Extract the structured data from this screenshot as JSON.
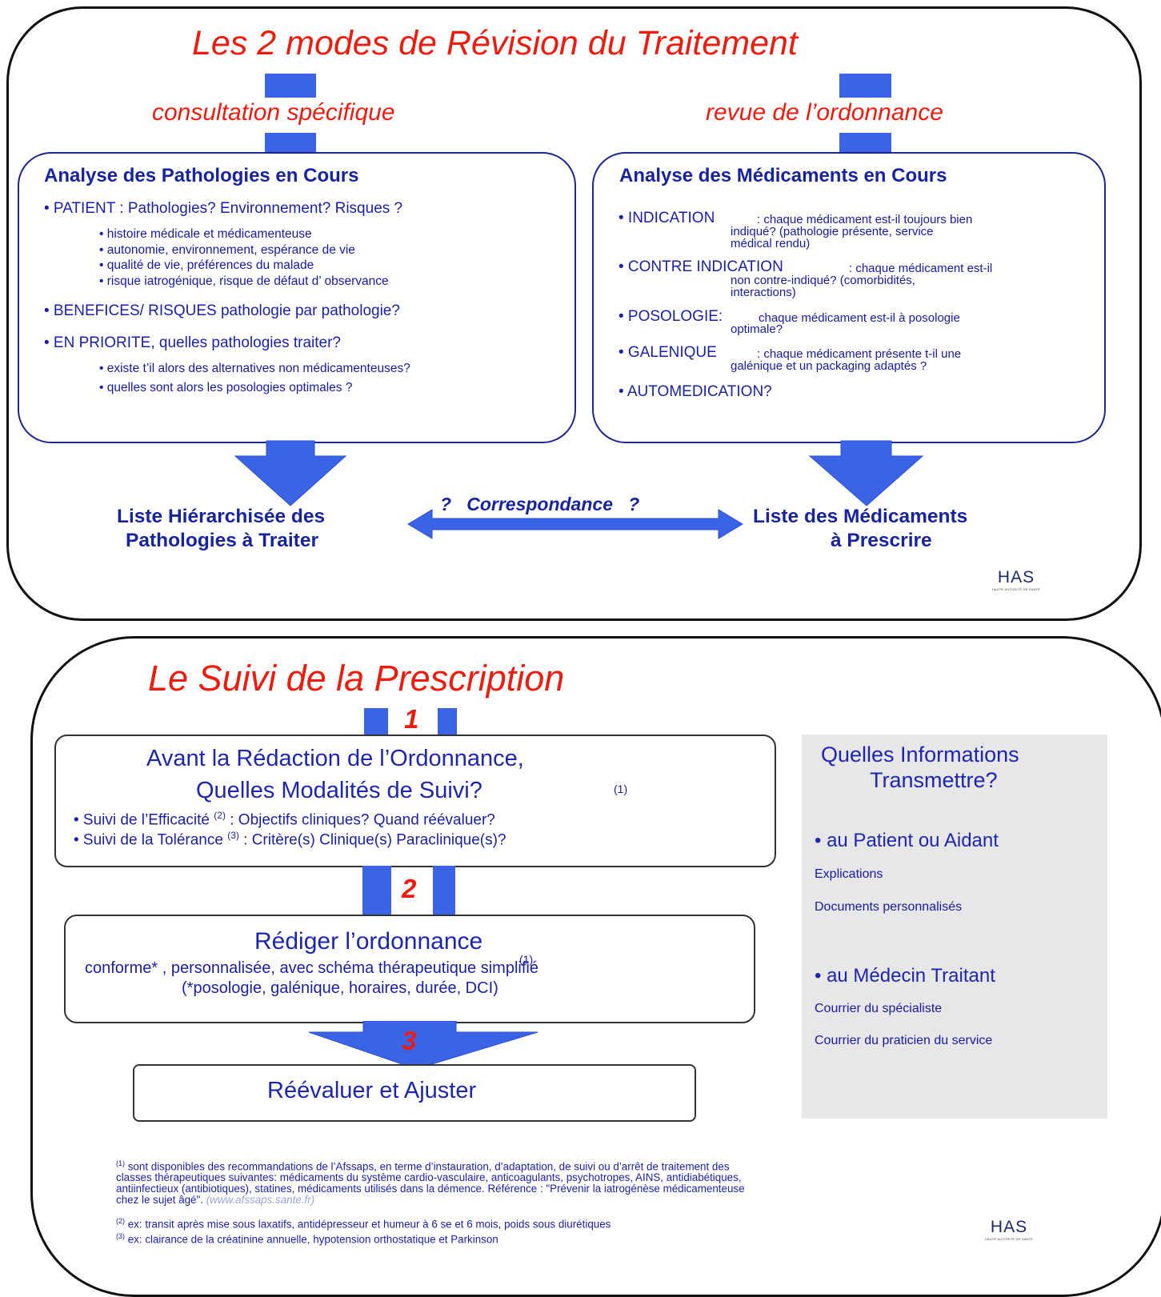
{
  "top": {
    "title": "Les 2 modes de Révision du Traitement",
    "mode_left": "consultation spécifique",
    "mode_right": "revue de  l’ordonnance",
    "left_box": {
      "heading": "Analyse des Pathologies en Cours",
      "b1": "• PATIENT : Pathologies? Environnement? Risques ?",
      "b1_sub1": "• histoire médicale et  médicamenteuse",
      "b1_sub2": "• autonomie, environnement,  espérance de vie",
      "b1_sub3": "• qualité de vie, préférences du malade",
      "b1_sub4": "• risque  iatrogénique, risque de défaut d’ observance",
      "b2": "• BENEFICES/ RISQUES pathologie par pathologie?",
      "b3": "• EN PRIORITE, quelles pathologies traiter?",
      "b3_sub1": "• existe t’il alors des alternatives non médicamenteuses?",
      "b3_sub2": "• quelles sont alors les posologies optimales ?"
    },
    "right_box": {
      "heading": "Analyse des Médicaments en Cours",
      "i1_head": "• INDICATION",
      "i1_l1": ": chaque médicament  est-il toujours bien",
      "i1_l2": "indiqué? (pathologie présente, service",
      "i1_l3": "médical rendu)",
      "i2_head": "• CONTRE INDICATION",
      "i2_l1": ": chaque médicament  est-il",
      "i2_l2": "non contre-indiqué? (comorbidités,",
      "i2_l3": "interactions)",
      "i3_head": "• POSOLOGIE:",
      "i3_l1": "chaque médicament  est-il à posologie",
      "i3_l2": "optimale?",
      "i4_head": "• GALENIQUE",
      "i4_l1": ": chaque médicament  présente t-il une",
      "i4_l2": "galénique et un packaging adaptés ?",
      "i5": "• AUTOMEDICATION?"
    },
    "result_left_1": "Liste Hiérarchisée des",
    "result_left_2": "Pathologies à Traiter",
    "result_right_1": "Liste des Médicaments",
    "result_right_2": "à Prescrire",
    "correspondance": "?   Correspondance   ?",
    "logo": "HAS",
    "logo_sub": "HAUTE AUTORITÉ DE SANTÉ"
  },
  "bottom": {
    "title": "Le Suivi de la Prescription",
    "step1": "1",
    "step2": "2",
    "step3": "3",
    "box1_l1": "Avant la Rédaction de l’Ordonnance,",
    "box1_l2": "Quelles Modalités de Suivi?",
    "box1_sup": "(1)",
    "box1_b1": "• Suivi de l’Efficacité",
    "box1_b1_sup": "(2)",
    "box1_b1_rest": ": Objectifs cliniques? Quand réévaluer?",
    "box1_b2": "• Suivi de la Tolérance",
    "box1_b2_sup": "(3)",
    "box1_b2_rest": ": Critère(s) Clinique(s)  Paraclinique(s)?",
    "box2_title": "Rédiger l’ordonnance",
    "box2_sup": "(1)",
    "box2_l1": "conforme* , personnalisée, avec schéma thérapeutique simplifié",
    "box2_l2": "(*posologie, galénique, horaires, durée, DCI)",
    "box3_title": "Réévaluer et Ajuster",
    "info": {
      "title_l1": "Quelles Informations",
      "title_l2": "Transmettre?",
      "s1": "• au Patient ou Aidant",
      "s1_i1": "Explications",
      "s1_i2": "Documents personnalisés",
      "s2": "• au Médecin Traitant",
      "s2_i1": "Courrier du spécialiste",
      "s2_i2": "Courrier du praticien du service"
    },
    "fn1_l1": "sont disponibles des recommandations de l’Afssaps, en terme d’instauration, d’adaptation, de suivi ou d’arrêt de traitement des",
    "fn1_l2": "classes thérapeutiques suivantes: médicaments du système cardio-vasculaire, anticoagulants, psychotropes, AINS, antidiabétiques,",
    "fn1_l3": "antiinfectieux (antibiotiques), statines, médicaments utilisés dans la démence. Référence : \"Prévenir la iatrogénèse médicamenteuse",
    "fn1_l4": "chez le sujet âgé\". ",
    "fn1_link": "(www.afssaps.sante.fr)",
    "fn1_mark": "(1)",
    "fn2_mark": "(2)",
    "fn2": "ex: transit après mise sous laxatifs, antidépresseur et humeur à 6 se et 6 mois, poids sous diurétiques",
    "fn3_mark": "(3)",
    "fn3": "ex: clairance de la créatinine annuelle, hypotension orthostatique et Parkinson",
    "logo": "HAS",
    "logo_sub": "HAUTE AUTORITÉ DE SANTÉ"
  },
  "colors": {
    "title_red": "#ee1c0f",
    "text_blue": "#1a1fa8",
    "arrow_blue": "#3b63e6",
    "info_bg": "#e7e7e7"
  }
}
